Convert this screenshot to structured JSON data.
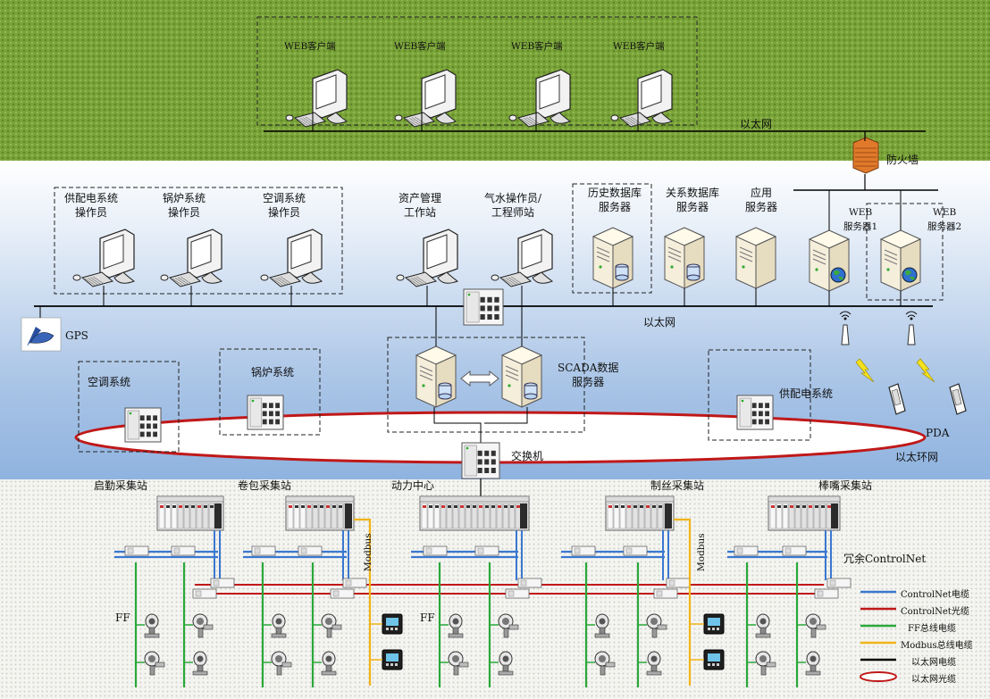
{
  "web_clients": [
    "WEB客户端",
    "WEB客户端",
    "WEB客户端",
    "WEB客户端"
  ],
  "ethernet_top": "以太网",
  "firewall": "防火墙",
  "operators": [
    {
      "line1": "供配电系统",
      "line2": "操作员"
    },
    {
      "line1": "锅炉系统",
      "line2": "操作员"
    },
    {
      "line1": "空调系统",
      "line2": "操作员"
    }
  ],
  "asset_station": {
    "line1": "资产管理",
    "line2": "工作站"
  },
  "engineer_station": {
    "line1": "气水操作员/",
    "line2": "工程师站"
  },
  "servers": [
    {
      "line1": "历史数据库",
      "line2": "服务器"
    },
    {
      "line1": "关系数据库",
      "line2": "服务器"
    },
    {
      "line1": "应用",
      "line2": "服务器"
    }
  ],
  "web_servers": [
    {
      "line1": "WEB",
      "line2": "服务器1"
    },
    {
      "line1": "WEB",
      "line2": "服务器2"
    }
  ],
  "gps": "GPS",
  "ethernet_mid": "以太网",
  "subsystems": {
    "ac": "空调系统",
    "boiler": "锅炉系统",
    "power": "供配电系统"
  },
  "scada": {
    "line1": "SCADA数据",
    "line2": "服务器"
  },
  "switch": "交换机",
  "pda": "PDA",
  "ring_network": "以太环网",
  "stations": [
    "启勤采集站",
    "卷包采集站",
    "动力中心",
    "制丝采集站",
    "棒嘴采集站"
  ],
  "modbus": "Modbus",
  "controlnet_redundant": "冗余ControlNet",
  "ff": "FF",
  "legend": [
    {
      "label": "ControlNet电缆",
      "color": "#3a78d0",
      "kind": "line"
    },
    {
      "label": "ControlNet光缆",
      "color": "#c01818",
      "kind": "line"
    },
    {
      "label": "FF总线电缆",
      "color": "#2aa83a",
      "kind": "line"
    },
    {
      "label": "Modbus总线电缆",
      "color": "#f0b418",
      "kind": "line"
    },
    {
      "label": "以太网电缆",
      "color": "#000000",
      "kind": "line"
    },
    {
      "label": "以太网光缆",
      "color": "#c01818",
      "kind": "ellipse"
    }
  ]
}
